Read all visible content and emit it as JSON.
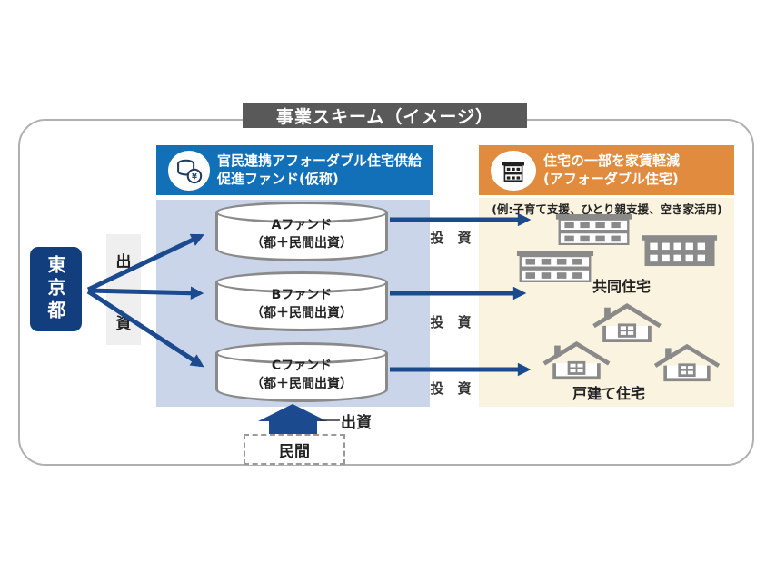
{
  "title": "事業スキーム（イメージ）",
  "fund_header": {
    "label": "官民連携アフォーダブル住宅供給促進ファンド(仮称)",
    "icon": "coins-icon"
  },
  "housing_header": {
    "line1": "住宅の一部を家賃軽減",
    "line2": "(アフォーダブル住宅)",
    "icon": "apartment-icon"
  },
  "example_note": "(例:子育て支援、ひとり親支援、空き家活用)",
  "tokyo_label": "東京都",
  "contribution_left": {
    "top_char": "出",
    "bottom_char": "資"
  },
  "funds": [
    {
      "name": "Aファンド",
      "detail": "（都＋民間出資）"
    },
    {
      "name": "Bファンド",
      "detail": "（都＋民間出資）"
    },
    {
      "name": "Cファンド",
      "detail": "（都＋民間出資）"
    }
  ],
  "investment_labels": [
    "投　資",
    "投　資",
    "投　資"
  ],
  "housing_area": {
    "apartments_label": "共同住宅",
    "houses_label": "戸建て住宅"
  },
  "private_sector": {
    "arrow_label": "出資",
    "box_label": "民間"
  },
  "colors": {
    "navy_arrow": "#1b4a8e",
    "tokyo_box": "#123e7e",
    "blue_header": "#1270b8",
    "orange_header": "#e08b3d",
    "funds_panel": "#cad5e9",
    "housing_panel": "#faf3df",
    "title_bg": "#595959",
    "icon_gray": "#8a8a8a"
  }
}
